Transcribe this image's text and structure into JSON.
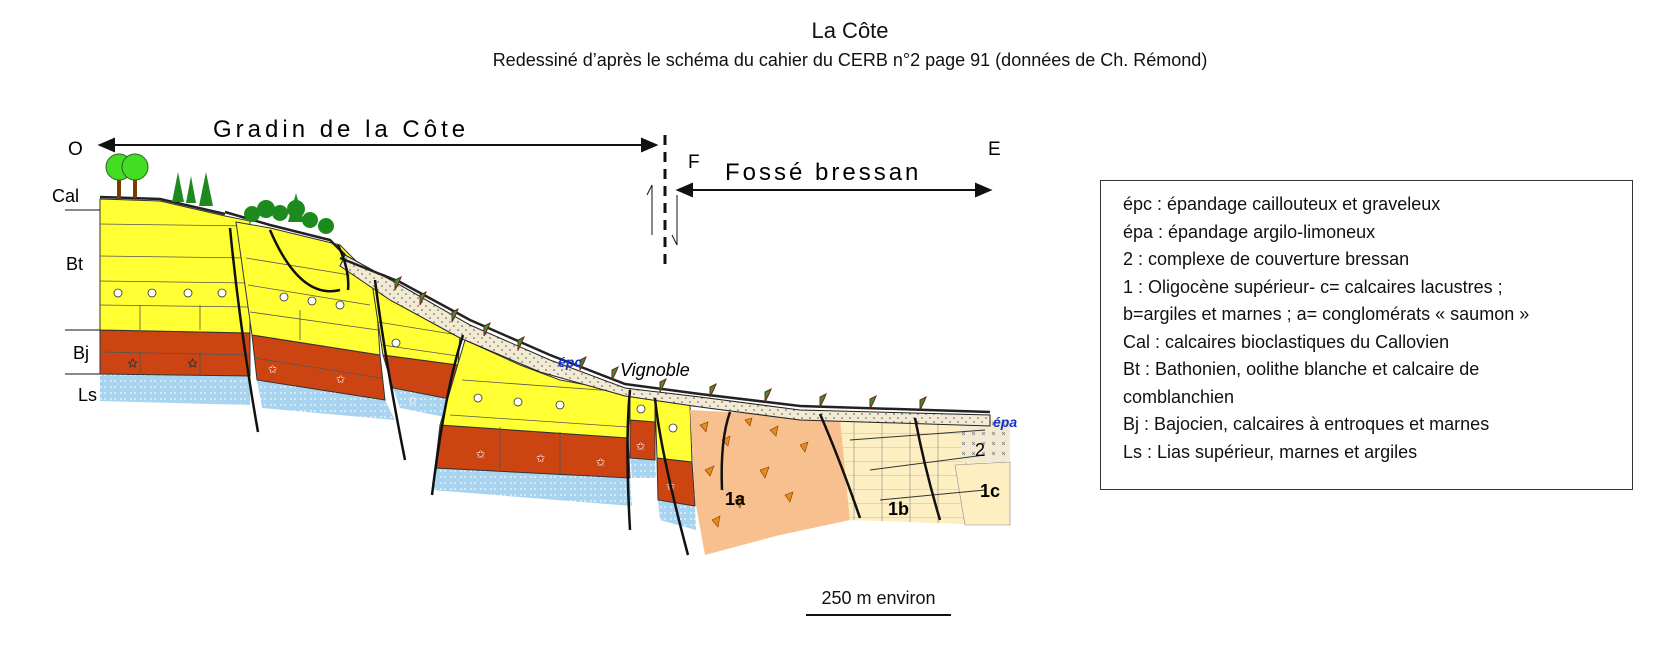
{
  "title": "La Côte",
  "subtitle": "Redessiné d’après le schéma du  cahier du CERB n°2 page 91 (données de Ch. Rémond)",
  "diagram": {
    "west_label": "O",
    "east_label": "E",
    "fault_label": "F",
    "gradin_label": "Gradin de la  Côte",
    "fosse_label": "Fossé bressan",
    "layer_labels": [
      "Cal",
      "Bt",
      "Bj",
      "Ls"
    ],
    "epc_label": "épc",
    "epa_label": "épa",
    "vignoble_label": "Vignoble",
    "unit_labels": [
      "2",
      "1a",
      "1b",
      "1c"
    ]
  },
  "legend": {
    "items": [
      "épc : épandage caillouteux et graveleux",
      "épa : épandage argilo-limoneux",
      "2 : complexe de couverture bressan",
      "1 : Oligocène supérieur- c= calcaires lacustres ;",
      "b=argiles et marnes ; a= conglomérats « saumon »",
      "Cal : calcaires bioclastiques du Callovien",
      "Bt : Bathonien, oolithe blanche et calcaire de",
      "comblanchien",
      "Bj : Bajocien, calcaires à entroques et marnes",
      "Ls : Lias supérieur, marnes et argiles"
    ]
  },
  "scale": {
    "label": "250 m environ"
  },
  "colors": {
    "bathonian_yellow": "#ffff33",
    "bajocian_red": "#cc4411",
    "lias_blue": "#a8d4f0",
    "oligocene_salmon": "#f7c08e",
    "marl_cream": "#fdefc2",
    "bresse_cover": "#f3ead4",
    "epa_label_blue": "#1133cc",
    "tree_green": "#1d8a1d"
  }
}
